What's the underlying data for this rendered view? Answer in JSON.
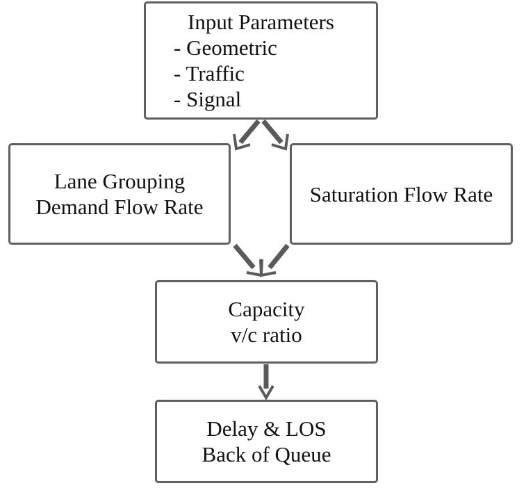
{
  "diagram": {
    "nodes": {
      "input": {
        "title": "Input Parameters",
        "items": [
          "- Geometric",
          "- Traffic",
          "- Signal"
        ]
      },
      "lane_grouping": {
        "lines": [
          "Lane Grouping",
          "Demand Flow Rate"
        ]
      },
      "saturation": {
        "lines": [
          "Saturation Flow Rate"
        ]
      },
      "capacity": {
        "lines": [
          "Capacity",
          "v/c ratio"
        ]
      },
      "delay": {
        "lines": [
          "Delay & LOS",
          "Back of Queue"
        ]
      }
    },
    "edges": [
      {
        "from": "input",
        "to": "lane_grouping"
      },
      {
        "from": "input",
        "to": "saturation"
      },
      {
        "from": "lane_grouping",
        "to": "capacity"
      },
      {
        "from": "saturation",
        "to": "capacity"
      },
      {
        "from": "capacity",
        "to": "delay"
      }
    ],
    "colors": {
      "border": "#5f5f5f",
      "arrow": "#5a5a5a",
      "text": "#111111"
    }
  }
}
